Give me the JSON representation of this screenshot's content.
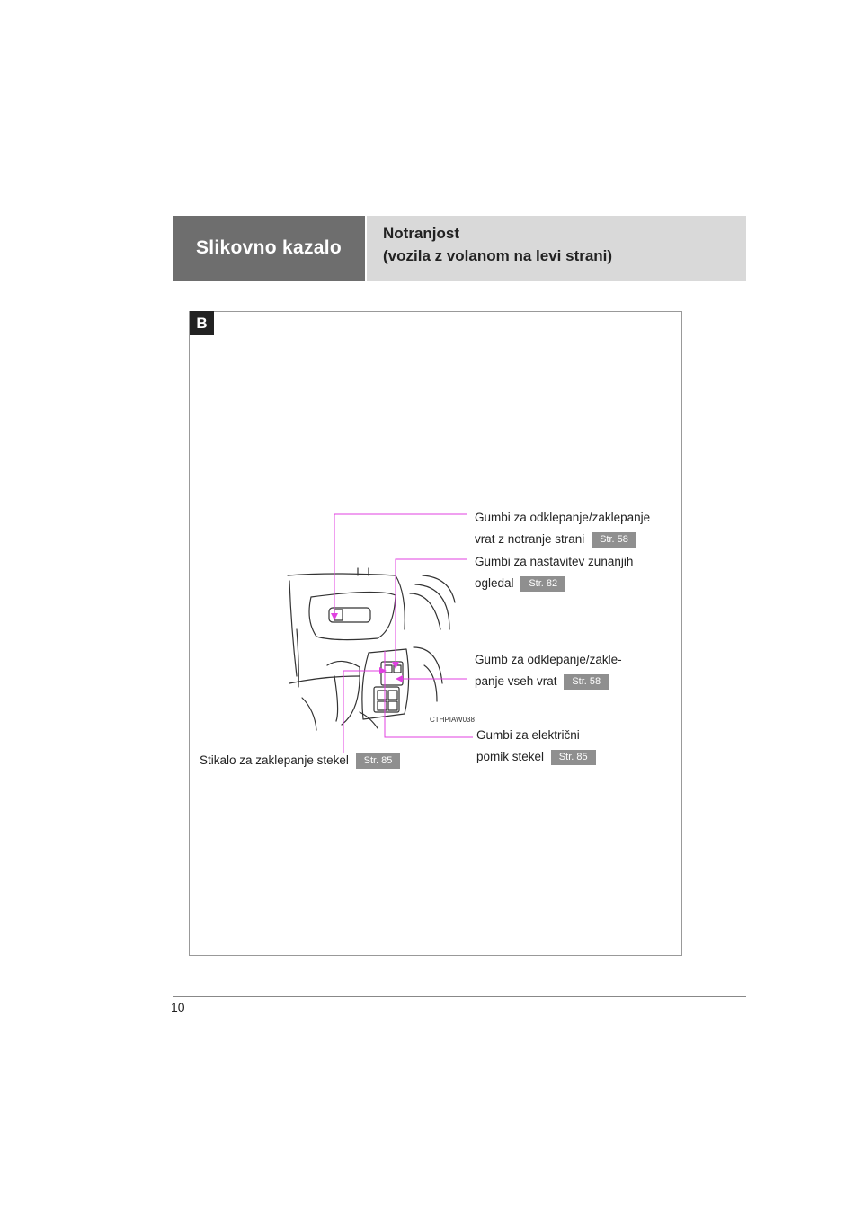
{
  "header": {
    "section_title": "Slikovno kazalo",
    "subtitle_line1": "Notranjost",
    "subtitle_line2": "(vozila z volanom na levi strani)"
  },
  "section_badge": "B",
  "image_code": "CTHPIAW038",
  "callouts": [
    {
      "line1": "Gumbi za odklepanje/zaklepanje",
      "line2": "vrat z notranje strani",
      "ref": "Str. 58"
    },
    {
      "line1": "Gumbi za nastavitev zunanjih",
      "line2": "ogledal",
      "ref": "Str. 82"
    },
    {
      "line1": "Gumb za odklepanje/zakle-",
      "line2": "panje vseh vrat",
      "ref": "Str. 58"
    },
    {
      "line1": "Gumbi za električni",
      "line2": "pomik stekel",
      "ref": "Str. 85"
    },
    {
      "line1": "Stikalo za zaklepanje stekel",
      "ref": "Str. 85"
    }
  ],
  "page_number": "10",
  "colors": {
    "header_dark": "#6e6e6e",
    "header_light": "#d9d9d9",
    "leader_line": "#e040e0",
    "ref_badge": "#8f8f8f"
  }
}
